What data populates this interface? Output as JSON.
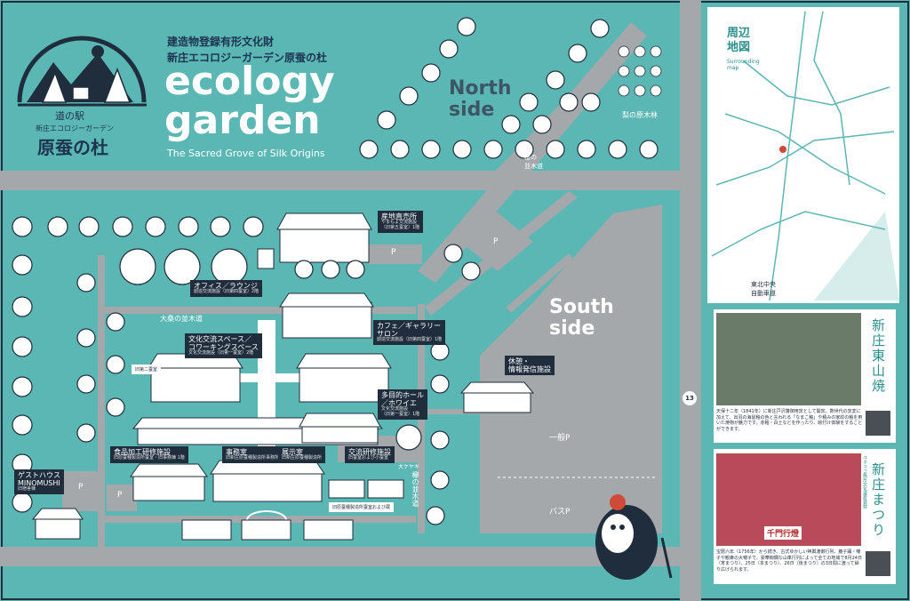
{
  "header": {
    "designation": "建造物登録有形文化財",
    "full_name": "新庄エコロジーガーデン原蚕の杜",
    "title_line1": "ecology",
    "title_line2": "garden",
    "subtitle": "The Sacred Grove of Silk Origins"
  },
  "logo": {
    "michi_no_eki": "道の駅",
    "sub": "新庄エコロジーガーデン",
    "name": "原蚕の杜"
  },
  "areas": {
    "north": [
      "North",
      "side"
    ],
    "south": [
      "South",
      "side"
    ],
    "pear_orchard": "梨の原木林",
    "cherry_avenue": "桜の\n並木道",
    "mulberry_avenue": "大桑の並木道",
    "zelkova_avenue": "欅の並木道",
    "big_tree": "大ケヤキ"
  },
  "parking": {
    "p_label": "P",
    "general": "一般P",
    "bus": "バスP"
  },
  "route": "13",
  "buildings": {
    "products": {
      "title": "産地直売所",
      "sub": "やまもよ交流施設\n（旧第五蚕室）1階"
    },
    "office": {
      "title": "オフィス／ラウンジ",
      "sub": "創造交流施設（旧第四蚕室）2階"
    },
    "cafe": {
      "title": "カフェ／ギャラリー\nサロン",
      "sub": "創造交流施設（旧第四蚕室）1階"
    },
    "coworking": {
      "title": "文化交流スペース／\nコワーキングスペース",
      "sub": "文化交流施設（旧第一蚕室）2階"
    },
    "second_room": "旧第二蚕室",
    "rest": {
      "title": "休憩・\n情報発信施設"
    },
    "hall": {
      "title": "多目的ホール\n／ホワイエ",
      "sub": "文化交流施設\n（旧第一蚕室）1階"
    },
    "food": {
      "title": "食品加工研修施設",
      "sub": "旧原蚕種製造所蚕室・旧事務棟 1階"
    },
    "jimusho": {
      "title": "事務室",
      "sub": "旧新庄原蚕種製造所事務所"
    },
    "exhibit": {
      "title": "展示室",
      "sub": "旧新庄原蚕種製造所"
    },
    "training": {
      "title": "交流研修施設",
      "sub": "旧蚕室および小蚕室"
    },
    "guesthouse": {
      "title": "ゲストハウス\nMINOMUSHI",
      "sub": "旧宿舎棟"
    },
    "bottom_note": "旧原蚕種製造所蚕室および蔵"
  },
  "side_map": {
    "title": "周辺\n地図",
    "subtitle": "Surrounding\nmap",
    "station": "東北中央\n自動車道"
  },
  "card1": {
    "title": "新庄東山焼",
    "text": "天保十二年（1841年）に新庄戸沢藩御用窯として開窯。数世代の窯変に加えて、出羽の海鼠釉の色と言われる「なまこ釉」や積みの家紋の釉を用いた焼物が魅力です。赤釉・白土などを作ったり、絵付け体験をすることができます。"
  },
  "card2": {
    "title": "新庄まつり",
    "pre": "ユネスコ無形文化遺産登録",
    "text": "宝暦六年（1756年）から続き、古式ゆかしい神輿渡御行列、鹿子踊・囃子や観衆の大囃子で、豪華絢爛な山車行列によって全ての地域で8月24日（宵まつり）、25日（本まつり）、26日（後まつり）の3日間に渡って繰り広げられます。",
    "photo_sign": "千門行燈"
  },
  "colors": {
    "teal": "#5bb7b4",
    "gray": "#a4a8ab",
    "navy": "#1f2d3d",
    "white": "#ffffff"
  }
}
